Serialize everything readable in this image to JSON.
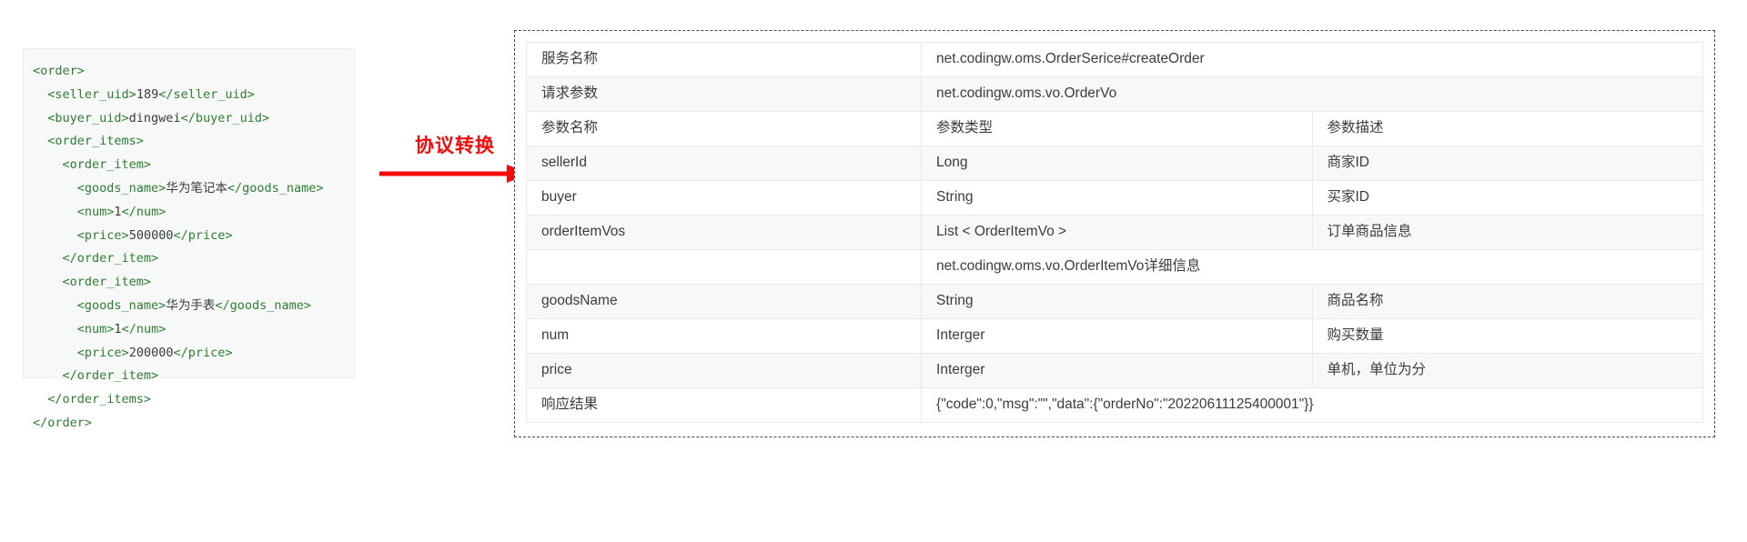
{
  "code_panel": {
    "language": "xml",
    "lines": [
      {
        "indent": 0,
        "segments": [
          {
            "t": "tag",
            "s": "<order>"
          }
        ]
      },
      {
        "indent": 1,
        "segments": [
          {
            "t": "tag",
            "s": "<seller_uid>"
          },
          {
            "t": "txt",
            "s": "189"
          },
          {
            "t": "tag",
            "s": "</seller_uid>"
          }
        ]
      },
      {
        "indent": 1,
        "segments": [
          {
            "t": "tag",
            "s": "<buyer_uid>"
          },
          {
            "t": "txt",
            "s": "dingwei"
          },
          {
            "t": "tag",
            "s": "</buyer_uid>"
          }
        ]
      },
      {
        "indent": 1,
        "segments": [
          {
            "t": "tag",
            "s": "<order_items>"
          }
        ]
      },
      {
        "indent": 2,
        "segments": [
          {
            "t": "tag",
            "s": "<order_item>"
          }
        ]
      },
      {
        "indent": 3,
        "segments": [
          {
            "t": "tag",
            "s": "<goods_name>"
          },
          {
            "t": "txt",
            "s": "华为笔记本"
          },
          {
            "t": "tag",
            "s": "</goods_name>"
          }
        ]
      },
      {
        "indent": 3,
        "segments": [
          {
            "t": "tag",
            "s": "<num>"
          },
          {
            "t": "txt",
            "s": "1"
          },
          {
            "t": "tag",
            "s": "</num>"
          }
        ]
      },
      {
        "indent": 3,
        "segments": [
          {
            "t": "tag",
            "s": "<price>"
          },
          {
            "t": "txt",
            "s": "500000"
          },
          {
            "t": "tag",
            "s": "</price>"
          }
        ]
      },
      {
        "indent": 2,
        "segments": [
          {
            "t": "tag",
            "s": "</order_item>"
          }
        ]
      },
      {
        "indent": 2,
        "segments": [
          {
            "t": "tag",
            "s": "<order_item>"
          }
        ]
      },
      {
        "indent": 3,
        "segments": [
          {
            "t": "tag",
            "s": "<goods_name>"
          },
          {
            "t": "txt",
            "s": "华为手表"
          },
          {
            "t": "tag",
            "s": "</goods_name>"
          }
        ]
      },
      {
        "indent": 3,
        "segments": [
          {
            "t": "tag",
            "s": "<num>"
          },
          {
            "t": "txt",
            "s": "1"
          },
          {
            "t": "tag",
            "s": "</num>"
          }
        ]
      },
      {
        "indent": 3,
        "segments": [
          {
            "t": "tag",
            "s": "<price>"
          },
          {
            "t": "txt",
            "s": "200000"
          },
          {
            "t": "tag",
            "s": "</price>"
          }
        ]
      },
      {
        "indent": 2,
        "segments": [
          {
            "t": "tag",
            "s": "</order_item>"
          }
        ]
      },
      {
        "indent": 1,
        "segments": [
          {
            "t": "tag",
            "s": "</order_items>"
          }
        ]
      },
      {
        "indent": 0,
        "segments": [
          {
            "t": "tag",
            "s": "</order>"
          }
        ]
      }
    ]
  },
  "arrow": {
    "label": "协议转换",
    "color": "#f60a0a"
  },
  "api_table": {
    "rows": [
      {
        "style": "plain",
        "cells": [
          {
            "text": "服务名称",
            "col": "c1"
          },
          {
            "text": "net.codingw.oms.OrderSerice#createOrder",
            "col": "c2",
            "colspan": 2
          }
        ]
      },
      {
        "style": "shade",
        "cells": [
          {
            "text": "请求参数",
            "col": "c1"
          },
          {
            "text": "net.codingw.oms.vo.OrderVo",
            "col": "c2",
            "colspan": 2
          }
        ]
      },
      {
        "style": "plain",
        "cells": [
          {
            "text": "参数名称",
            "col": "c1"
          },
          {
            "text": "参数类型",
            "col": "c2"
          },
          {
            "text": "参数描述",
            "col": "c3"
          }
        ]
      },
      {
        "style": "shade",
        "cells": [
          {
            "text": "sellerId",
            "col": "c1"
          },
          {
            "text": "Long",
            "col": "c2"
          },
          {
            "text": "商家ID",
            "col": "c3"
          }
        ]
      },
      {
        "style": "plain",
        "cells": [
          {
            "text": "buyer",
            "col": "c1"
          },
          {
            "text": "String",
            "col": "c2"
          },
          {
            "text": "买家ID",
            "col": "c3"
          }
        ]
      },
      {
        "style": "shade",
        "cells": [
          {
            "text": "orderItemVos",
            "col": "c1"
          },
          {
            "text": "List < OrderItemVo >",
            "col": "c2"
          },
          {
            "text": "订单商品信息",
            "col": "c3"
          }
        ]
      },
      {
        "style": "plain",
        "cells": [
          {
            "text": "",
            "col": "c1"
          },
          {
            "text": "net.codingw.oms.vo.OrderItemVo详细信息",
            "col": "c2",
            "colspan": 2
          }
        ]
      },
      {
        "style": "shade",
        "cells": [
          {
            "text": "goodsName",
            "col": "c1"
          },
          {
            "text": "String",
            "col": "c2"
          },
          {
            "text": "商品名称",
            "col": "c3"
          }
        ]
      },
      {
        "style": "plain",
        "cells": [
          {
            "text": "num",
            "col": "c1"
          },
          {
            "text": "Interger",
            "col": "c2"
          },
          {
            "text": "购买数量",
            "col": "c3"
          }
        ]
      },
      {
        "style": "shade",
        "cells": [
          {
            "text": "price",
            "col": "c1"
          },
          {
            "text": "Interger",
            "col": "c2"
          },
          {
            "text": "单机，单位为分",
            "col": "c3"
          }
        ]
      },
      {
        "style": "plain",
        "cells": [
          {
            "text": "响应结果",
            "col": "c1"
          },
          {
            "text": "{\"code\":0,\"msg\":\"\",\"data\":{\"orderNo\":\"20220611125400001\"}}",
            "col": "c2",
            "colspan": 2
          }
        ]
      }
    ]
  }
}
